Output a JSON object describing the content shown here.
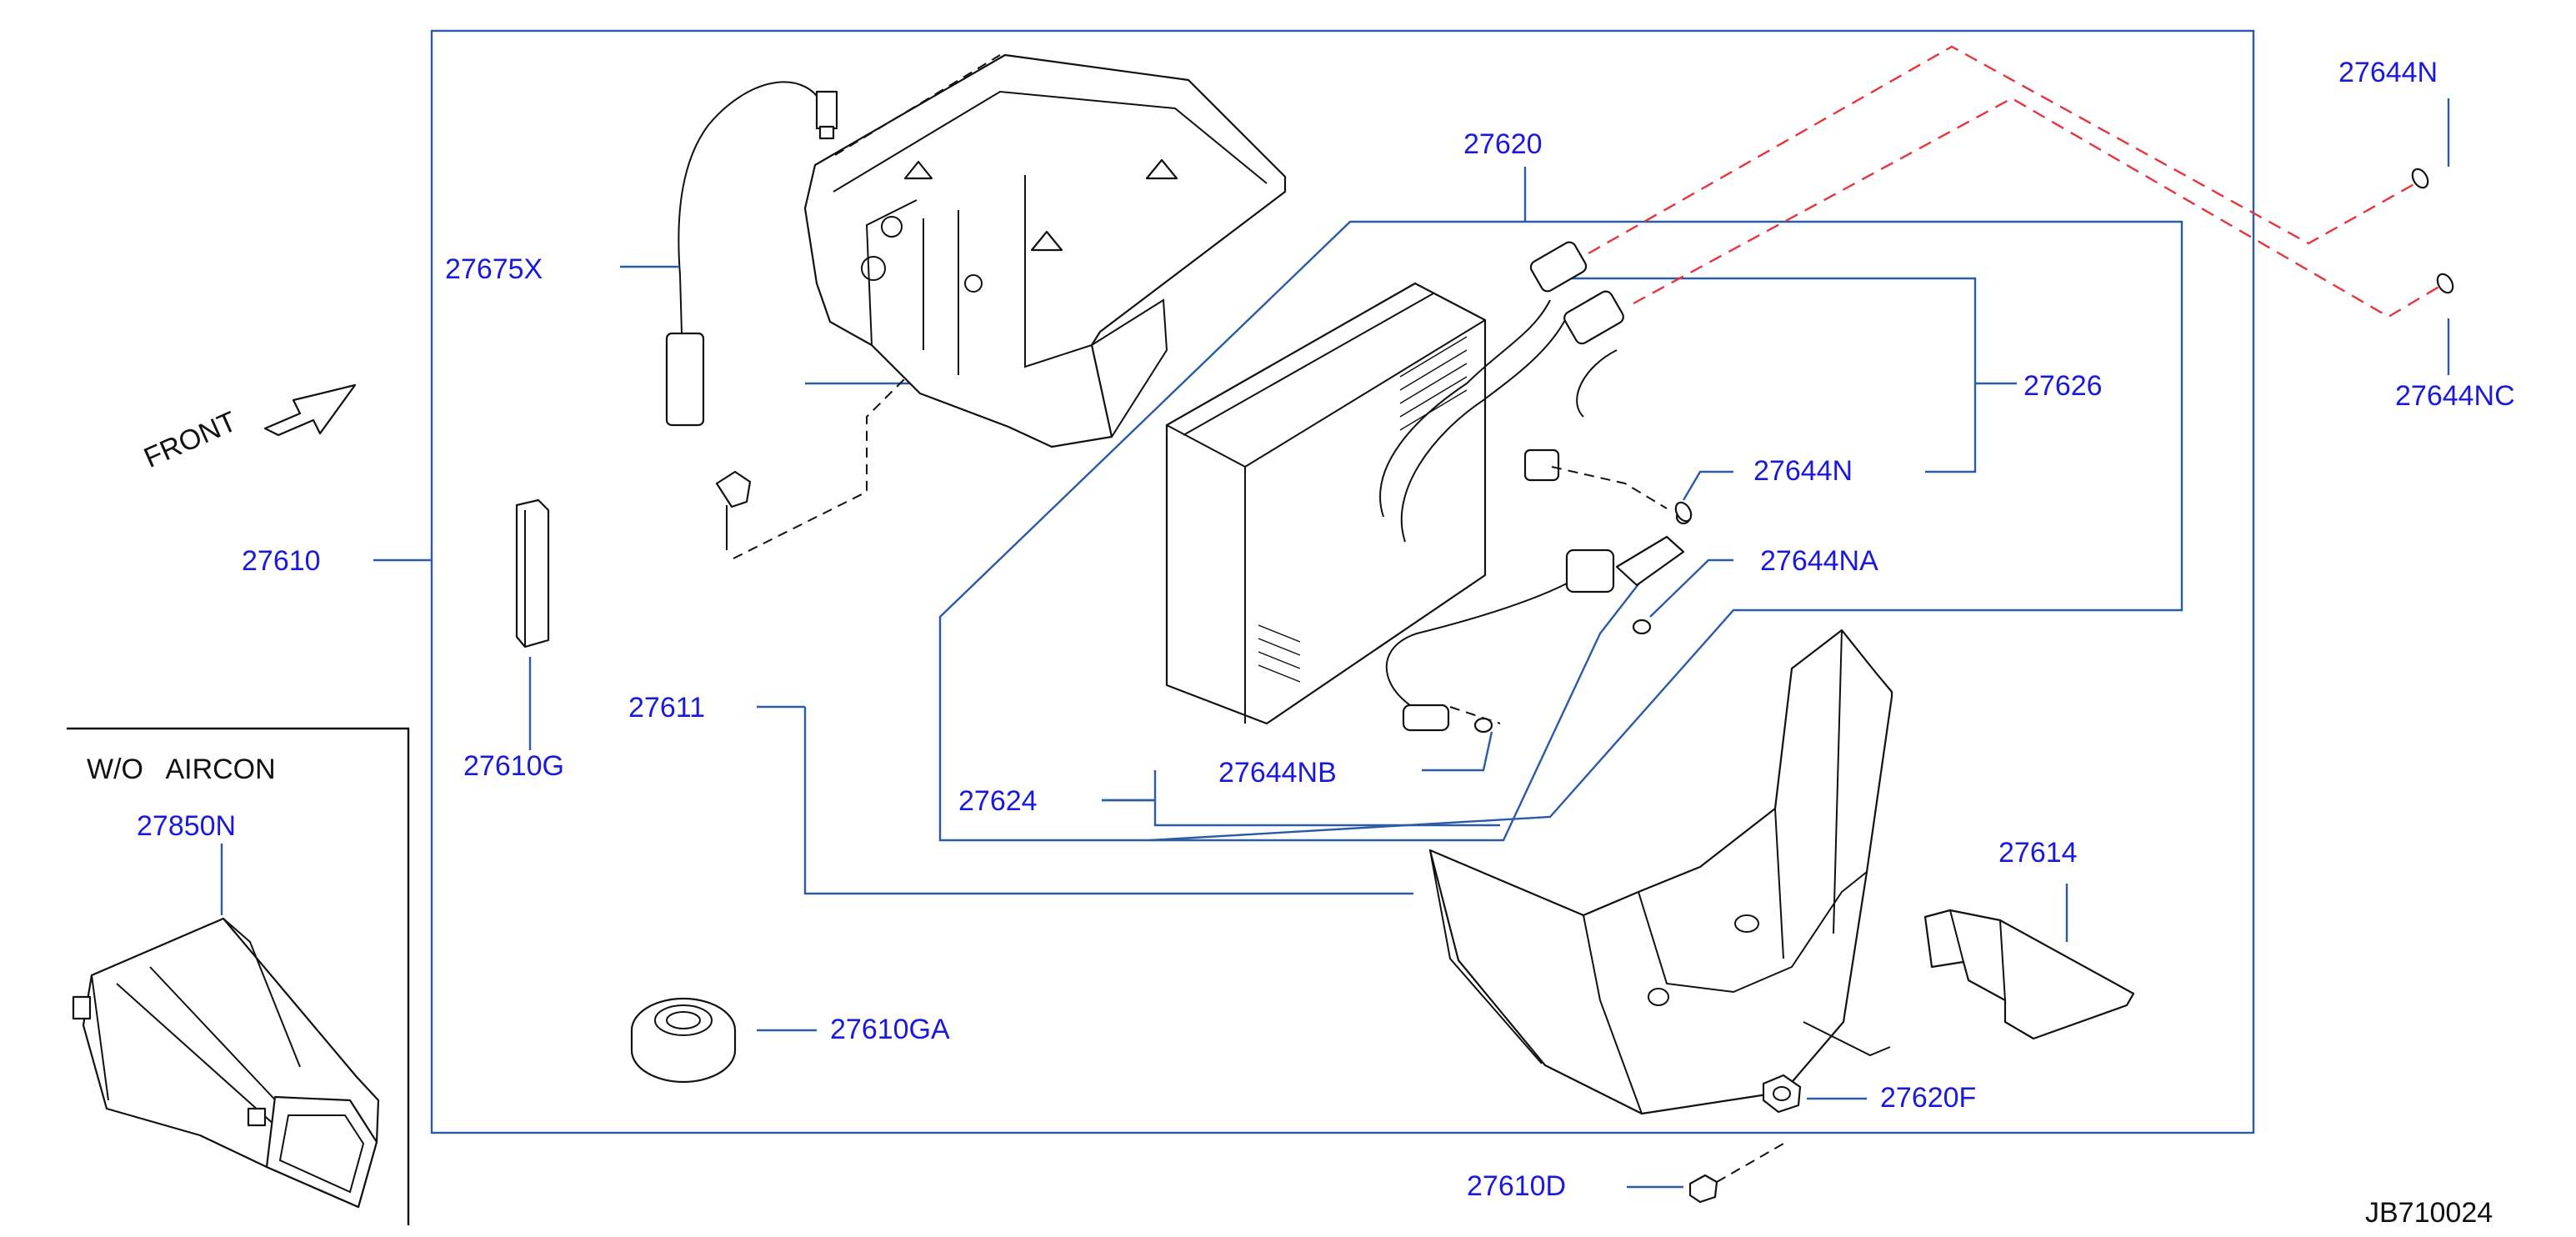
{
  "colors": {
    "label": "#1a1adc",
    "leader": "#2a5aa8",
    "pipe_route": "#e8343c",
    "ink": "#111111"
  },
  "orientation": {
    "label": "FRONT",
    "icon": "arrow-icon"
  },
  "inset": {
    "title": "W/O   AIRCON",
    "part": "27850N"
  },
  "diagram_id": "JB710024",
  "labels": {
    "p27644N_top": "27644N",
    "p27620": "27620",
    "p27675X": "27675X",
    "p27626": "27626",
    "p27644NC": "27644NC",
    "p27644N_mid": "27644N",
    "p27610": "27610",
    "p27644NA": "27644NA",
    "p27611": "27611",
    "p27610G": "27610G",
    "p27644NB": "27644NB",
    "p27624": "27624",
    "p27614": "27614",
    "p27610GA": "27610GA",
    "p27620F": "27620F",
    "p27610D": "27610D"
  }
}
